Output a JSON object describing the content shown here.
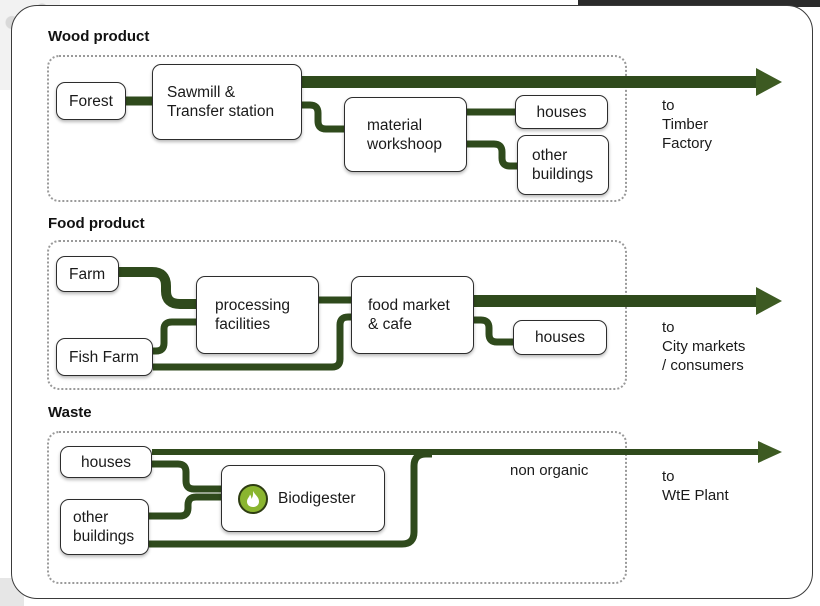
{
  "colors": {
    "flow": "#2f4a1c",
    "arrow": "#3d5a22",
    "icon": "#8ab52f"
  },
  "sections": {
    "wood": {
      "title": "Wood product",
      "nodes": {
        "forest": "Forest",
        "sawmill": "Sawmill &\nTransfer station",
        "workshop": "material\nworkshoop",
        "houses": "houses",
        "other_buildings": "other\nbuildings"
      },
      "destination": "to\nTimber\nFactory"
    },
    "food": {
      "title": "Food product",
      "nodes": {
        "farm": "Farm",
        "fish_farm": "Fish Farm",
        "processing": "processing\nfacilities",
        "market": "food market\n& cafe",
        "houses": "houses"
      },
      "destination": "to\nCity markets\n/ consumers"
    },
    "waste": {
      "title": "Waste",
      "nodes": {
        "houses": "houses",
        "other_buildings": "other\nbuildings",
        "biodigester": "Biodigester"
      },
      "flow_label": "non organic",
      "destination": "to\nWtE Plant",
      "icon": "flame-icon"
    }
  }
}
